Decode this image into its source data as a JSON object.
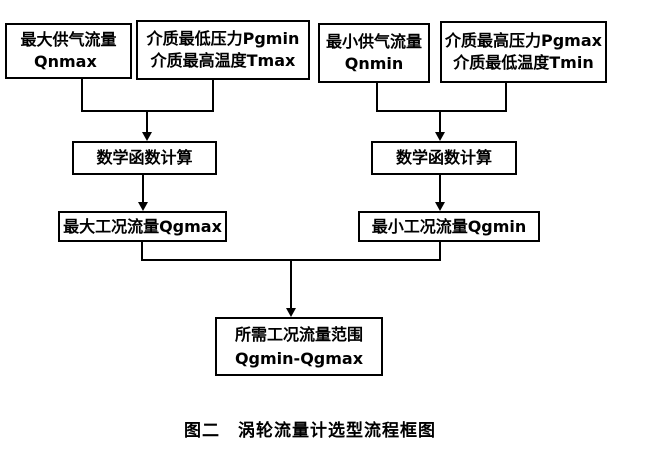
{
  "diagram": {
    "type": "flowchart",
    "caption": "图二　涡轮流量计选型流程框图",
    "colors": {
      "line": "#000000",
      "background": "#ffffff",
      "text": "#000000"
    },
    "nodes": {
      "qnmax": {
        "line1": "最大供气流量",
        "line2": "Qnmax"
      },
      "pgmin_tmax": {
        "line1": "介质最低压力Pgmin",
        "line2": "介质最高温度Tmax"
      },
      "qnmin": {
        "line1": "最小供气流量",
        "line2": "Qnmin"
      },
      "pgmax_tmin": {
        "line1": "介质最高压力Pgmax",
        "line2": "介质最低温度Tmin"
      },
      "math_left": {
        "label": "数学函数计算"
      },
      "math_right": {
        "label": "数学函数计算"
      },
      "qgmax": {
        "label": "最大工况流量Qgmax"
      },
      "qgmin": {
        "label": "最小工况流量Qgmin"
      },
      "result": {
        "line1": "所需工况流量范围",
        "line2": "Qgmin-Qgmax"
      }
    },
    "edges": [
      {
        "from": [
          "qnmax",
          "pgmin_tmax"
        ],
        "to": "math_left",
        "style": "merged-arrow"
      },
      {
        "from": [
          "qnmin",
          "pgmax_tmin"
        ],
        "to": "math_right",
        "style": "merged-arrow"
      },
      {
        "from": [
          "math_left"
        ],
        "to": "qgmax",
        "style": "arrow"
      },
      {
        "from": [
          "math_right"
        ],
        "to": "qgmin",
        "style": "arrow"
      },
      {
        "from": [
          "qgmax",
          "qgmin"
        ],
        "to": "result",
        "style": "merged-arrow"
      }
    ]
  }
}
